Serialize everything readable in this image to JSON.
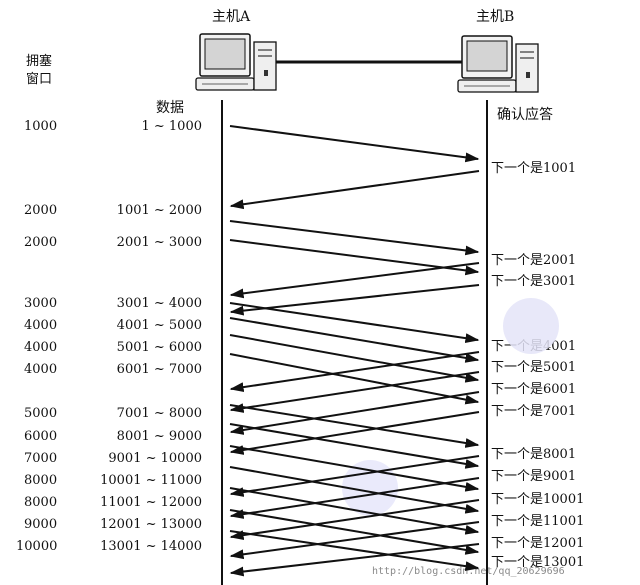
{
  "host_a": {
    "label": "主机A",
    "icon": "computer-icon"
  },
  "host_b": {
    "label": "主机B",
    "icon": "computer-icon"
  },
  "window_header": [
    "拥塞",
    "窗口"
  ],
  "data_header": "数据",
  "ack_header": "确认应答",
  "send_rows": [
    {
      "window": "1000",
      "data": "1 ~ 1000"
    },
    {
      "window": "2000",
      "data": "1001 ~ 2000"
    },
    {
      "window": "2000",
      "data": "2001 ~ 3000"
    },
    {
      "window": "3000",
      "data": "3001 ~ 4000"
    },
    {
      "window": "4000",
      "data": "4001 ~ 5000"
    },
    {
      "window": "4000",
      "data": "5001 ~ 6000"
    },
    {
      "window": "4000",
      "data": "6001 ~ 7000"
    },
    {
      "window": "5000",
      "data": "7001 ~ 8000"
    },
    {
      "window": "6000",
      "data": "8001 ~ 9000"
    },
    {
      "window": "7000",
      "data": "9001 ~ 10000"
    },
    {
      "window": "8000",
      "data": "10001 ~ 11000"
    },
    {
      "window": "8000",
      "data": "11001 ~ 12000"
    },
    {
      "window": "9000",
      "data": "12001 ~ 13000"
    },
    {
      "window": "10000",
      "data": "13001 ~ 14000"
    }
  ],
  "acks": [
    "下一个是1001",
    "下一个是2001",
    "下一个是3001",
    "下一个是4001",
    "下一个是5001",
    "下一个是6001",
    "下一个是7001",
    "下一个是8001",
    "下一个是9001",
    "下一个是10001",
    "下一个是11001",
    "下一个是12001",
    "下一个是13001"
  ],
  "watermark": "http://blog.csdn.net/qq_20629696"
}
